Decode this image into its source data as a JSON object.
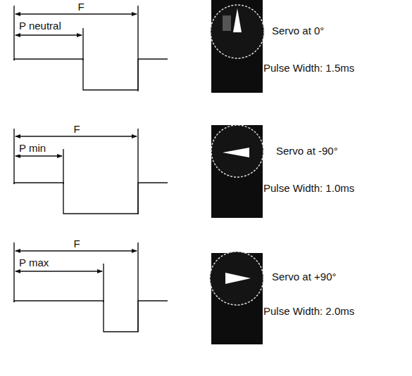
{
  "diagram": {
    "labels": [
      "F",
      "P neutral",
      "Servo at 0°",
      "Pulse Width: 1.5ms",
      "F",
      "P min",
      "Servo at -90°",
      "Pulse Width: 1.0ms",
      "F",
      "P max",
      "Servo at +90°",
      "Pulse Width: 2.0ms"
    ]
  }
}
